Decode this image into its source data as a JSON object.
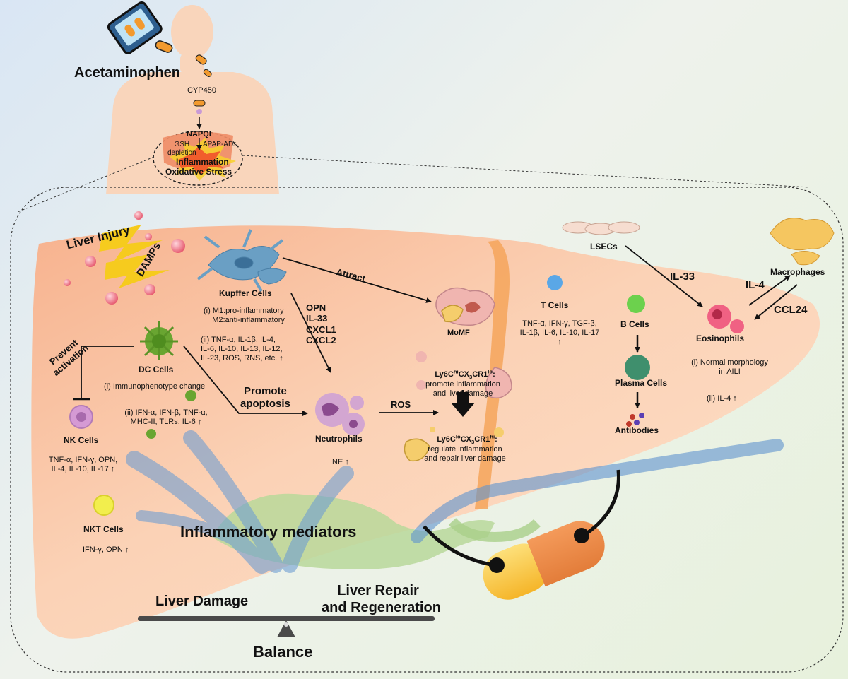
{
  "header": {
    "drug": "Acetaminophen",
    "enzyme": "CYP450",
    "metabolite": "NAPQI",
    "gsh": "GSH\ndepletion",
    "adducts": "APAP-ADs",
    "inflammation": "Inflammation",
    "oxidative": "Oxidative Stress"
  },
  "injury": {
    "liver_injury": "Liver Injury",
    "damps": "DAMPs"
  },
  "kupffer": {
    "name": "Kupffer Cells",
    "line1": "(i) M1:pro-inflammatory\n    M2:anti-inflammatory",
    "line2": "(ii) TNF-α, IL-1β, IL-4,\nIL-6, IL-10, IL-13, IL-12,\nIL-23, ROS, RNS, etc. ↑"
  },
  "chemokines": "OPN\nIL-33\nCXCL1\nCXCL2",
  "attract": "Attract",
  "momf": "MoMF",
  "ly6c_hi": {
    "pre": "Ly6C",
    "sup1": "hi",
    "mid": "CX",
    "sub": "3",
    "mid2": "CR1",
    "sup2": "lo",
    "post": ":",
    "desc": "promote inflammation\nand liver damage"
  },
  "ly6c_lo": {
    "pre": "Ly6C",
    "sup1": "lo",
    "mid": "CX",
    "sub": "3",
    "mid2": "CR1",
    "sup2": "hi",
    "post": ":",
    "desc": "regulate inflammation\nand repair liver damage"
  },
  "dc": {
    "name": "DC Cells",
    "line1": "(i) Immunophenotype change",
    "line2": "(ii) IFN-α, IFN-β, TNF-α,\nMHC-II, TLRs, IL-6 ↑"
  },
  "prevent": "Prevent\nactivation",
  "promote": "Promote\napoptosis",
  "nk": {
    "name": "NK Cells",
    "desc": "TNF-α, IFN-γ, OPN,\nIL-4, IL-10, IL-17 ↑"
  },
  "nkt": {
    "name": "NKT Cells",
    "desc": "IFN-γ, OPN ↑"
  },
  "neutrophils": {
    "name": "Neutrophils",
    "desc": "NE ↑"
  },
  "ros": "ROS",
  "tcells": {
    "name": "T Cells",
    "desc": "TNF-α, IFN-γ, TGF-β,\nIL-1β, IL-6, IL-10, IL-17\n↑"
  },
  "bcells": "B Cells",
  "plasma": "Plasma Cells",
  "antibodies": "Antibodies",
  "lsecs": "LSECs",
  "il33": "IL-33",
  "macrophages": "Macrophages",
  "il4": "IL-4",
  "ccl24": "CCL24",
  "eosinophils": {
    "name": "Eosinophils",
    "line1": "(i) Normal morphology\nin AILI",
    "line2": "(ii) IL-4 ↑"
  },
  "mediators": "Inflammatory mediators",
  "liver_damage": "Liver Damage",
  "liver_repair": "Liver Repair\nand Regeneration",
  "balance": "Balance",
  "colors": {
    "liver": "#f9c9a9",
    "vessel": "#f4a45a",
    "arrow": "#111111"
  }
}
